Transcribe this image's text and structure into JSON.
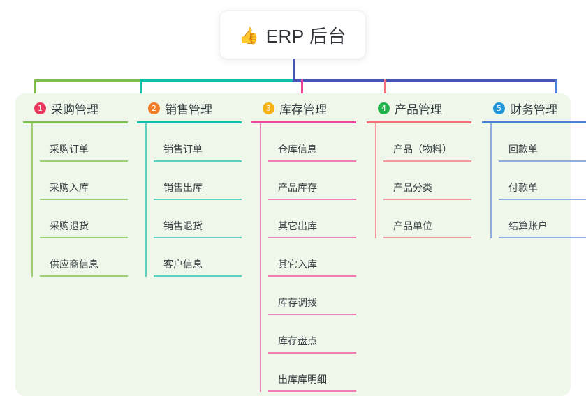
{
  "canvas": {
    "background": "#ffffff",
    "panel_background": "#eef7e9"
  },
  "root": {
    "icon": "thumbs-up-icon",
    "emoji": "👍",
    "title": "ERP 后台",
    "stem_color": "#4a54b8",
    "card_background": "#ffffff"
  },
  "connectors": {
    "segment_colors": [
      "#7cbf4e",
      "#0fc0a8",
      "#4a54b8",
      "#4a54b8"
    ],
    "drop_colors": [
      "#7cbf4e",
      "#0fc0a8",
      "#ec4899",
      "#f1707a",
      "#4a7fd4"
    ]
  },
  "columns": [
    {
      "index": "1",
      "badge_number": "1",
      "badge_color": "#e8365d",
      "title": "采购管理",
      "accent": "#7cbf4e",
      "accent_light": "#9ccf76",
      "items": [
        {
          "label": "采购订单"
        },
        {
          "label": "采购入库"
        },
        {
          "label": "采购退货"
        },
        {
          "label": "供应商信息"
        }
      ]
    },
    {
      "index": "2",
      "badge_number": "2",
      "badge_color": "#f07c28",
      "title": "销售管理",
      "accent": "#0fc0a8",
      "accent_light": "#5ecfc0",
      "items": [
        {
          "label": "销售订单"
        },
        {
          "label": "销售出库"
        },
        {
          "label": "销售退货"
        },
        {
          "label": "客户信息"
        }
      ]
    },
    {
      "index": "3",
      "badge_number": "3",
      "badge_color": "#f5b316",
      "title": "库存管理",
      "accent": "#ec4899",
      "accent_light": "#f07fb6",
      "items": [
        {
          "label": "仓库信息"
        },
        {
          "label": "产品库存"
        },
        {
          "label": "其它出库"
        },
        {
          "label": "其它入库"
        },
        {
          "label": "库存调拨"
        },
        {
          "label": "库存盘点"
        },
        {
          "label": "出库库明细"
        }
      ]
    },
    {
      "index": "4",
      "badge_number": "4",
      "badge_color": "#22b24c",
      "title": "产品管理",
      "accent": "#f1707a",
      "accent_light": "#f59aa1",
      "items": [
        {
          "label": "产品（物料）"
        },
        {
          "label": "产品分类"
        },
        {
          "label": "产品单位"
        }
      ]
    },
    {
      "index": "5",
      "badge_number": "5",
      "badge_color": "#2196d8",
      "title": "财务管理",
      "accent": "#4a7fd4",
      "accent_light": "#8fadde",
      "items": [
        {
          "label": "回款单"
        },
        {
          "label": "付款单"
        },
        {
          "label": "结算账户"
        }
      ]
    }
  ]
}
